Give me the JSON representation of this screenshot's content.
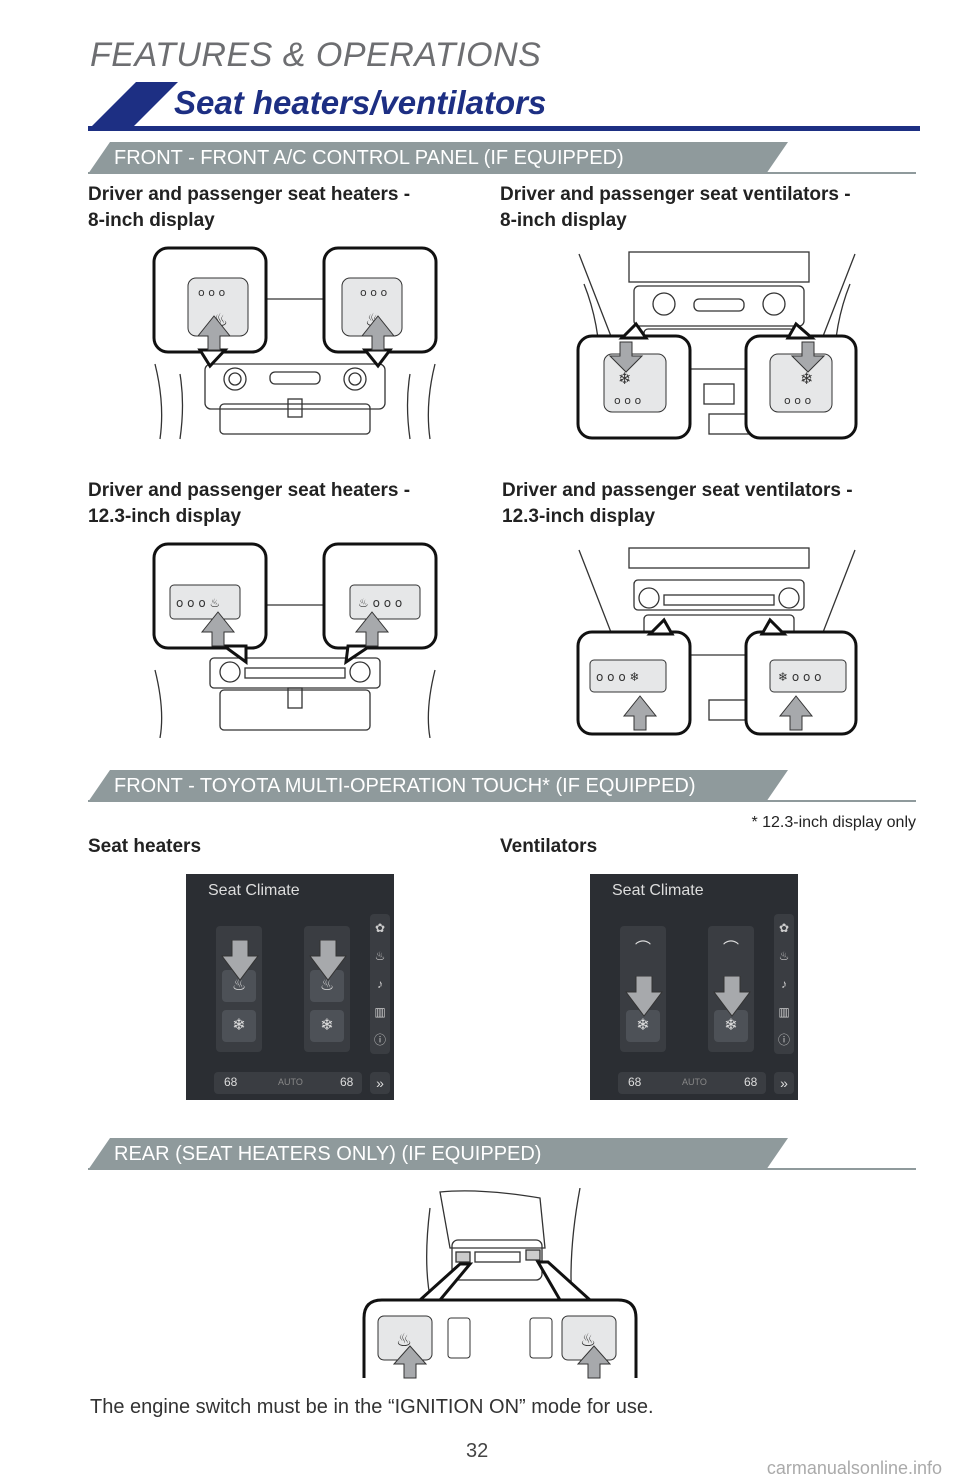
{
  "header": {
    "category": "FEATURES & OPERATIONS",
    "title": "Seat heaters/ventilators"
  },
  "sections": {
    "front_ac": {
      "label": "FRONT - FRONT A/C CONTROL PANEL (IF EQUIPPED)",
      "figures": [
        {
          "line1": "Driver and passenger seat heaters -",
          "line2": "8-inch display"
        },
        {
          "line1": "Driver and passenger seat ventilators -",
          "line2": "8-inch display"
        },
        {
          "line1": "Driver and passenger seat heaters -",
          "line2": "12.3-inch display"
        },
        {
          "line1": "Driver and passenger seat ventilators -",
          "line2": "12.3-inch display"
        }
      ]
    },
    "multi_touch": {
      "label": "FRONT - TOYOTA MULTI-OPERATION TOUCH* (IF EQUIPPED)",
      "footnote": "* 12.3-inch display only",
      "left_label": "Seat heaters",
      "right_label": "Ventilators",
      "screen": {
        "title": "Seat Climate",
        "temp_left": "68",
        "temp_right": "68",
        "auto": "AUTO",
        "more": "»"
      }
    },
    "rear": {
      "label": "REAR (SEAT HEATERS ONLY) (IF EQUIPPED)"
    }
  },
  "footer": {
    "note": "The engine switch must be in the “IGNITION ON” mode for use.",
    "page_number": "32",
    "watermark": "carmanualsonline.info"
  },
  "colors": {
    "brand_blue": "#1d2f83",
    "section_gray": "#8f9a9c",
    "arrow_gray": "#a7a9ac"
  }
}
